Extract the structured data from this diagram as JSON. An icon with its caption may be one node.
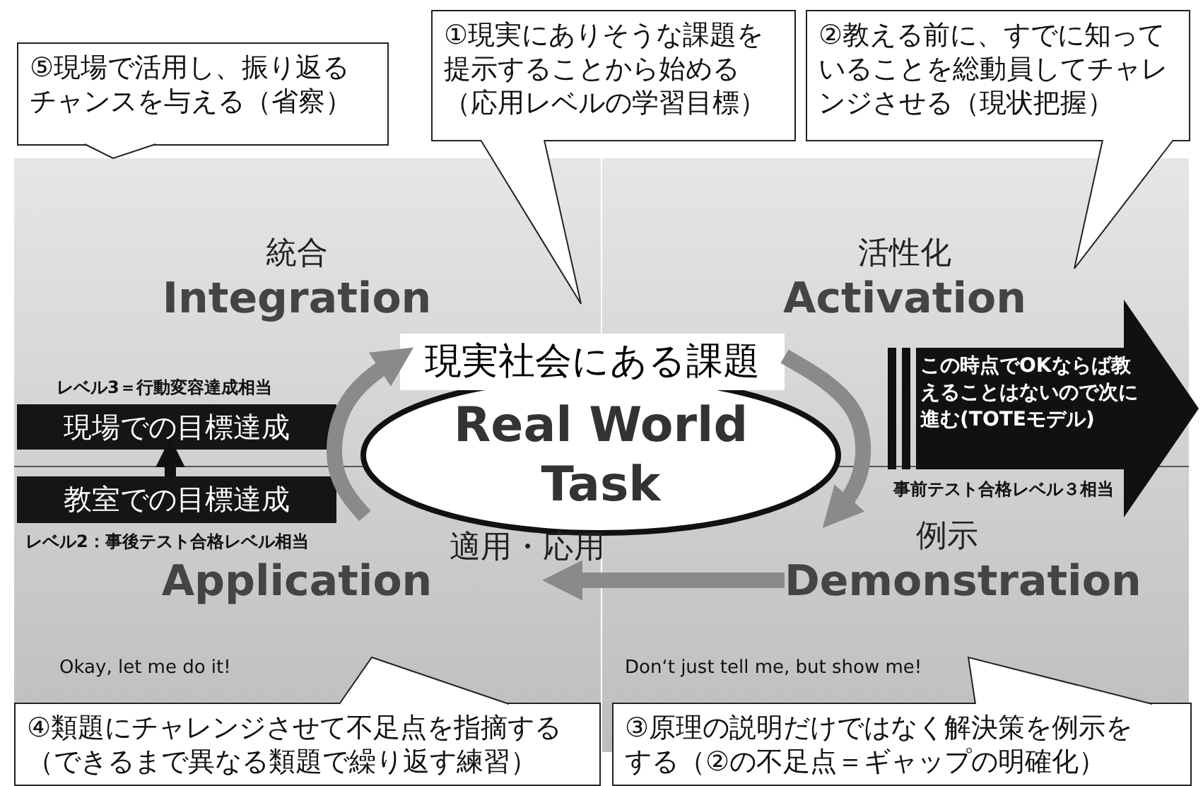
{
  "diagram": {
    "nodes": [
      {
        "text": [
          "⑤現場で活用し、振り返るチャンスを与える（省察）"
        ]
      },
      {
        "text": [
          "①現実にありそうな課題を提示することから始める（応用レベルの学習目標）"
        ]
      },
      {
        "text": [
          "②教える前に、すでに知っていることを総動員してチャレンジさせる（現状把握）"
        ]
      },
      {
        "text": [
          "統合",
          "Integration"
        ]
      },
      {
        "text": [
          "活性化",
          "Activation"
        ]
      },
      {
        "text": [
          "適用・応用",
          "Application"
        ]
      },
      {
        "text": [
          "例示",
          "Demonstration"
        ]
      },
      {
        "text": [
          "Real World Task"
        ]
      },
      {
        "text": [
          "現実社会にある課題"
        ]
      },
      {
        "text": [
          "現場での目標達成"
        ],
        "beside": [
          "レベル3＝行動変容達成相当"
        ]
      },
      {
        "text": [
          "教室での目標達成"
        ],
        "beside": [
          "レベル2：事後テスト合格レベル相当"
        ]
      },
      {
        "text": [
          "この時点でOKならば教えることはないので次に進む(TOTEモデル)"
        ]
      },
      {
        "text": [
          "④類題にチャレンジさせて不足点を指摘する（できるまで異なる類題で繰り返す練習）"
        ]
      },
      {
        "text": [
          "③原理の説明だけではなく解決策を例示をする（②の不足点＝ギャップの明確化）"
        ]
      }
    ],
    "edges": [
      {
        "from": 8,
        "to": 6,
        "arrow": "to"
      },
      {
        "from": 6,
        "to": 5,
        "arrow": "to"
      },
      {
        "from": 5,
        "to": 8,
        "arrow": "to"
      },
      {
        "from": 10,
        "to": 9,
        "arrow": "to",
        "color": "#111111"
      }
    ],
    "labels": [
      "事前テスト合格レベル３相当",
      "Okay, let me do it!",
      "Don‘t just tell me, but show me!"
    ]
  }
}
